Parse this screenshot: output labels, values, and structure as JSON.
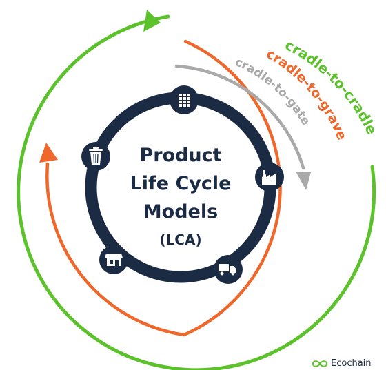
{
  "center": {
    "line1": "Product",
    "line2": "Life Cycle",
    "line3": "Models",
    "line4": "(LCA)"
  },
  "arcs": {
    "cradle_to_cradle": {
      "label": "cradle-to-cradle",
      "color": "#5cc22b"
    },
    "cradle_to_grave": {
      "label": "cradle-to-grave",
      "color": "#f0672b"
    },
    "cradle_to_gate": {
      "label": "cradle-to-gate",
      "color": "#a9a9a9"
    }
  },
  "ring_color": "#1c2b44",
  "stage_icons": [
    "raw-materials-icon",
    "factory-icon",
    "truck-icon",
    "shop-icon",
    "trash-bin-icon"
  ],
  "brand": {
    "name": "Ecochain",
    "icon": "infinity-logo-icon"
  }
}
